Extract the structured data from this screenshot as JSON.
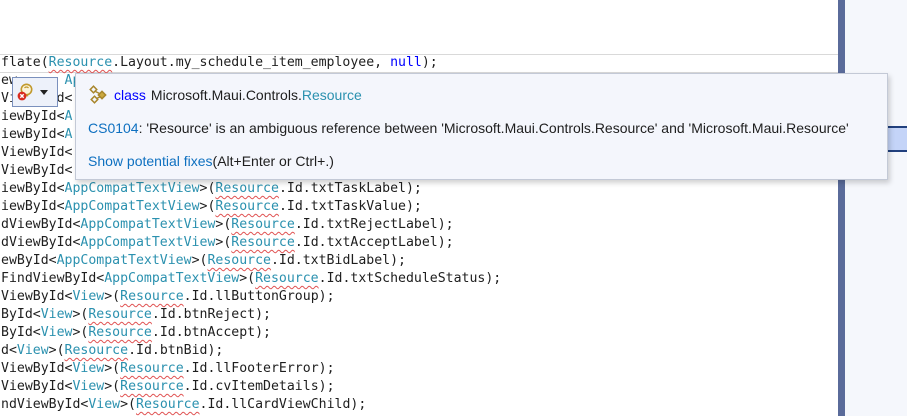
{
  "colors": {
    "plain": "#1E1E1E",
    "type": "#2B91AF",
    "keyword": "#0000FF",
    "error_squiggle": "#E05252",
    "link": "#0E70C0",
    "tooltip_bg": "#F4F6FC",
    "panel_bg": "#F5F7FC",
    "splitter": "#5A6B9A",
    "marker_fill": "#C4D4F8",
    "marker_border": "#21407E"
  },
  "tooltip": {
    "signature": {
      "icon": "class-icon",
      "keyword": "class",
      "namespace": "Microsoft.Maui.Controls.",
      "class_name": "Resource"
    },
    "error": {
      "code": "CS0104",
      "message": ": 'Resource' is an ambiguous reference between 'Microsoft.Maui.Controls.Resource' and 'Microsoft.Maui.Resource'"
    },
    "fixes": {
      "link": "Show potential fixes",
      "shortcut": " (Alt+Enter or Ctrl+.)"
    }
  },
  "quick_action": {
    "icon": "lightbulb-error-icon",
    "dropdown": "dropdown-arrow-icon"
  },
  "editor": {
    "lines": [
      [
        {
          "t": "flate(",
          "c": "pln"
        },
        {
          "t": "Resource",
          "c": "typ err"
        },
        {
          "t": ".Layout.my_schedule_item_employee, ",
          "c": "pln"
        },
        {
          "t": "null",
          "c": "kw"
        },
        {
          "t": ");",
          "c": "pln"
        }
      ],
      [
        {
          "t": "ew",
          "c": "pln"
        },
        {
          "t": "      ",
          "c": "pln"
        },
        {
          "t": "Ap",
          "c": "typ"
        }
      ],
      [
        {
          "t": "ViewById<",
          "c": "pln"
        }
      ],
      [
        {
          "t": "iewById<",
          "c": "pln"
        },
        {
          "t": "A",
          "c": "typ"
        }
      ],
      [
        {
          "t": "iewById<",
          "c": "pln"
        },
        {
          "t": "A",
          "c": "typ"
        }
      ],
      [
        {
          "t": "ViewById<",
          "c": "pln"
        }
      ],
      [
        {
          "t": "ViewById<",
          "c": "pln"
        }
      ],
      [
        {
          "t": "iewById<",
          "c": "pln"
        },
        {
          "t": "AppCompatTextView",
          "c": "typ"
        },
        {
          "t": ">(",
          "c": "pln"
        },
        {
          "t": "Resource",
          "c": "typ err"
        },
        {
          "t": ".Id.txtTaskLabel);",
          "c": "pln"
        }
      ],
      [
        {
          "t": "iewById<",
          "c": "pln"
        },
        {
          "t": "AppCompatTextView",
          "c": "typ"
        },
        {
          "t": ">(",
          "c": "pln"
        },
        {
          "t": "Resource",
          "c": "typ err"
        },
        {
          "t": ".Id.txtTaskValue);",
          "c": "pln"
        }
      ],
      [
        {
          "t": "dViewById<",
          "c": "pln"
        },
        {
          "t": "AppCompatTextView",
          "c": "typ"
        },
        {
          "t": ">(",
          "c": "pln"
        },
        {
          "t": "Resource",
          "c": "typ err"
        },
        {
          "t": ".Id.txtRejectLabel);",
          "c": "pln"
        }
      ],
      [
        {
          "t": "dViewById<",
          "c": "pln"
        },
        {
          "t": "AppCompatTextView",
          "c": "typ"
        },
        {
          "t": ">(",
          "c": "pln"
        },
        {
          "t": "Resource",
          "c": "typ err"
        },
        {
          "t": ".Id.txtAcceptLabel);",
          "c": "pln"
        }
      ],
      [
        {
          "t": "ewById<",
          "c": "pln"
        },
        {
          "t": "AppCompatTextView",
          "c": "typ"
        },
        {
          "t": ">(",
          "c": "pln"
        },
        {
          "t": "Resource",
          "c": "typ err"
        },
        {
          "t": ".Id.txtBidLabel);",
          "c": "pln"
        }
      ],
      [
        {
          "t": "FindViewById<",
          "c": "pln"
        },
        {
          "t": "AppCompatTextView",
          "c": "typ"
        },
        {
          "t": ">(",
          "c": "pln"
        },
        {
          "t": "Resource",
          "c": "typ err"
        },
        {
          "t": ".Id.txtScheduleStatus);",
          "c": "pln"
        }
      ],
      [
        {
          "t": "ViewById<",
          "c": "pln"
        },
        {
          "t": "View",
          "c": "typ"
        },
        {
          "t": ">(",
          "c": "pln"
        },
        {
          "t": "Resource",
          "c": "typ err"
        },
        {
          "t": ".Id.llButtonGroup);",
          "c": "pln"
        }
      ],
      [
        {
          "t": "ById<",
          "c": "pln"
        },
        {
          "t": "View",
          "c": "typ"
        },
        {
          "t": ">(",
          "c": "pln"
        },
        {
          "t": "Resource",
          "c": "typ err"
        },
        {
          "t": ".Id.btnReject);",
          "c": "pln"
        }
      ],
      [
        {
          "t": "ById<",
          "c": "pln"
        },
        {
          "t": "View",
          "c": "typ"
        },
        {
          "t": ">(",
          "c": "pln"
        },
        {
          "t": "Resource",
          "c": "typ err"
        },
        {
          "t": ".Id.btnAccept);",
          "c": "pln"
        }
      ],
      [
        {
          "t": "d<",
          "c": "pln"
        },
        {
          "t": "View",
          "c": "typ"
        },
        {
          "t": ">(",
          "c": "pln"
        },
        {
          "t": "Resource",
          "c": "typ err"
        },
        {
          "t": ".Id.btnBid);",
          "c": "pln"
        }
      ],
      [
        {
          "t": "ViewById<",
          "c": "pln"
        },
        {
          "t": "View",
          "c": "typ"
        },
        {
          "t": ">(",
          "c": "pln"
        },
        {
          "t": "Resource",
          "c": "typ err"
        },
        {
          "t": ".Id.llFooterError);",
          "c": "pln"
        }
      ],
      [
        {
          "t": "ViewById<",
          "c": "pln"
        },
        {
          "t": "View",
          "c": "typ"
        },
        {
          "t": ">(",
          "c": "pln"
        },
        {
          "t": "Resource",
          "c": "typ err"
        },
        {
          "t": ".Id.cvItemDetails);",
          "c": "pln"
        }
      ],
      [
        {
          "t": "ndViewById<",
          "c": "pln"
        },
        {
          "t": "View",
          "c": "typ"
        },
        {
          "t": ">(",
          "c": "pln"
        },
        {
          "t": "Resource",
          "c": "typ err"
        },
        {
          "t": ".Id.llCardViewChild);",
          "c": "pln"
        }
      ]
    ]
  }
}
